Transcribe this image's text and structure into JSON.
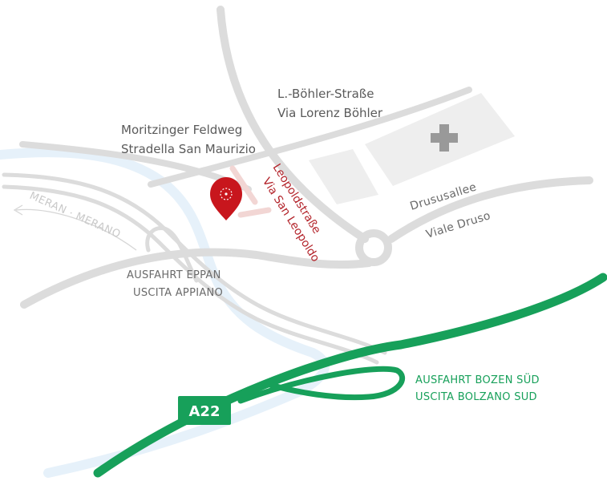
{
  "map": {
    "streets": {
      "boehler": [
        "L.-Böhler-Straße",
        "Via Lorenz Böhler"
      ],
      "moritzinger": [
        "Moritzinger Feldweg",
        "Stradella San Maurizio"
      ],
      "leopold": [
        "Leopoldstraße",
        "Via San Leopoldo"
      ],
      "druso": [
        "Drususallee",
        "Viale Druso"
      ],
      "meran": "MERAN · MERANO"
    },
    "exits": {
      "eppan": [
        "AUSFAHRT EPPAN",
        "USCITA APPIANO"
      ],
      "bozen": [
        "AUSFAHRT BOZEN SÜD",
        "USCITA BOLZANO SUD"
      ]
    },
    "highway": {
      "shield": "A22",
      "color": "#17a05a"
    },
    "colors": {
      "road": "#dcdcdc",
      "river": "#e6f1fa",
      "building": "#eeeeee",
      "marker": "#c8161d",
      "street_label": "#b3232a"
    },
    "icons": {
      "marker": "location-pin-icon",
      "hospital": "cross-icon"
    }
  }
}
